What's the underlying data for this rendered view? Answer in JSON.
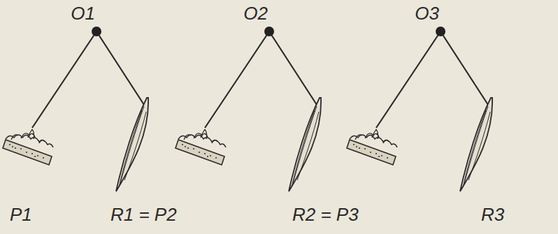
{
  "diagram": {
    "nodes": [
      {
        "text": [
          "O1"
        ]
      },
      {
        "text": [
          "O2"
        ]
      },
      {
        "text": [
          "O3"
        ]
      }
    ],
    "labels": [
      "P1",
      "R1 = P2",
      "R2 = P3",
      "R3"
    ]
  }
}
